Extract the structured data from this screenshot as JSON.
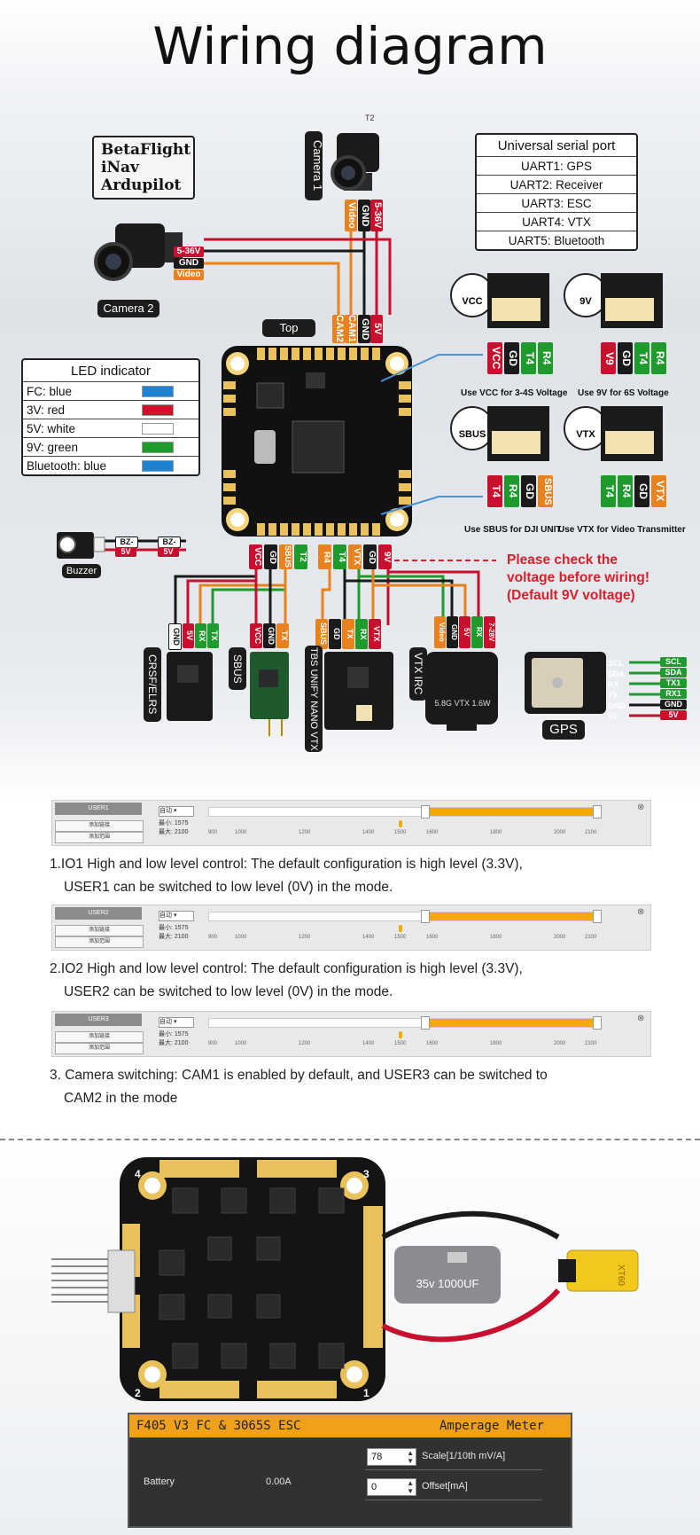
{
  "title": "Wiring diagram",
  "firmware": [
    "BetaFlight",
    "iNav",
    "Ardupilot"
  ],
  "camera1": {
    "label": "Camera 1",
    "pins": [
      "Video",
      "GND",
      "5-36V"
    ],
    "fc_pins": [
      "CAM2",
      "CAM1",
      "GND",
      "5V"
    ],
    "tag": "T2"
  },
  "camera2": {
    "label": "Camera 2",
    "pins": [
      "5-36V",
      "GND",
      "Video"
    ]
  },
  "top_label": "Top",
  "serial_table": {
    "title": "Universal serial port",
    "rows": [
      "UART1: GPS",
      "UART2: Receiver",
      "UART3: ESC",
      "UART4: VTX",
      "UART5: Bluetooth"
    ]
  },
  "led_table": {
    "title": "LED indicator",
    "rows": [
      {
        "label": "FC:  blue",
        "color": "#1e82d2"
      },
      {
        "label": "3V:  red",
        "color": "#d2102a"
      },
      {
        "label": "5V:  white",
        "color": "#ffffff"
      },
      {
        "label": "9V:  green",
        "color": "#1f9a2c"
      },
      {
        "label": "Bluetooth:  blue",
        "color": "#1e82d2"
      }
    ]
  },
  "pads": {
    "vcc": {
      "label": "VCC",
      "pins": [
        "VCC",
        "GD",
        "T4",
        "R4"
      ],
      "caption": "Use VCC for 3-4S Voltage"
    },
    "v9": {
      "label": "9V",
      "pins": [
        "V9",
        "GD",
        "T4",
        "R4"
      ],
      "caption": "Use 9V for 6S Voltage"
    },
    "sbus": {
      "label": "SBUS",
      "pins": [
        "T4",
        "R4",
        "GD",
        "SBUS"
      ],
      "caption": "Use SBUS for DJI UNIT"
    },
    "vtx": {
      "label": "VTX",
      "pins": [
        "T4",
        "R4",
        "GD",
        "VTX"
      ],
      "caption": "Use VTX for Video Transmitter"
    }
  },
  "buzzer": {
    "label": "Buzzer",
    "pins": [
      "BZ-",
      "5V"
    ],
    "fc_pins": [
      "BZ-",
      "5V"
    ]
  },
  "fc_bottom_pins": [
    "VCC",
    "GD",
    "SBUS",
    "T2",
    "R4",
    "T4",
    "VTX",
    "GD",
    "9V"
  ],
  "warning": [
    "Please check the",
    "voltage before wiring!",
    "(Default 9V voltage)"
  ],
  "receivers": {
    "crsf": {
      "label": "CRSF/ELRS",
      "pins": [
        "GND",
        "5V",
        "RX",
        "TX"
      ]
    },
    "sbus": {
      "label": "SBUS",
      "pins": [
        "VCC",
        "GND",
        "TX"
      ]
    },
    "tbs": {
      "label": "TBS UNIFY NANO VTX",
      "pins": [
        "SBUS",
        "GD",
        "TX",
        "RX",
        "VTX"
      ]
    },
    "vtxirc": {
      "label": "VTX IRC",
      "pins": [
        "Video",
        "GND",
        "5V",
        "RX",
        "7-28V"
      ],
      "body": "5.8G VTX 1.6W"
    },
    "gps": {
      "label": "GPS",
      "pins": [
        "SCL",
        "SDA",
        "RX",
        "TX",
        "GND",
        "5V"
      ],
      "fc_pins": [
        "SCL",
        "SDA",
        "TX1",
        "RX1",
        "GND",
        "5V"
      ]
    }
  },
  "modes": [
    {
      "name": "USER1",
      "btn1": "添加链接",
      "btn2": "添加范围",
      "select": "自动",
      "min": "最小: 1575",
      "max": "最大: 2100",
      "range": [
        1575,
        2100
      ],
      "marker": 1500,
      "text": [
        "1.IO1 High and low level control: The default configuration is high level (3.3V),",
        "USER1 can be switched to low level (0V) in the mode."
      ]
    },
    {
      "name": "USER2",
      "btn1": "添加链接",
      "btn2": "添加范围",
      "select": "自动",
      "min": "最小: 1575",
      "max": "最大: 2100",
      "range": [
        1575,
        2100
      ],
      "marker": 1500,
      "text": [
        "2.IO2 High and low level control: The default configuration is high level (3.3V),",
        "USER2 can be switched to low level (0V) in the mode."
      ]
    },
    {
      "name": "USER3",
      "btn1": "添加链接",
      "btn2": "添加范围",
      "select": "自动",
      "min": "最小: 1575",
      "max": "最大: 2100",
      "range": [
        1575,
        2100
      ],
      "marker": 1500,
      "text": [
        "3. Camera switching: CAM1 is enabled by default, and USER3 can be switched to",
        "CAM2 in the mode"
      ]
    }
  ],
  "ticks": [
    "900",
    "1000",
    "1200",
    "1400",
    "1500",
    "1600",
    "1800",
    "2000",
    "2100"
  ],
  "esc": {
    "corners": [
      "4",
      "3",
      "2",
      "1"
    ],
    "capacitor": "35v  1000UF",
    "connector": "XT60"
  },
  "amp_meter": {
    "title": "F405  V3  FC  &  3065S  ESC",
    "subtitle": "Amperage Meter",
    "battery_label": "Battery",
    "current": "0.00A",
    "scale_value": "78",
    "scale_label": "Scale[1/10th mV/A]",
    "offset_value": "0",
    "offset_label": "Offset[mA]"
  },
  "colors": {
    "red": "#c8102e",
    "black": "#1a1a1a",
    "orange": "#e8821e",
    "green": "#1f9a2c",
    "yellow": "#f5a800",
    "wire_blue": "#4a90d9"
  }
}
